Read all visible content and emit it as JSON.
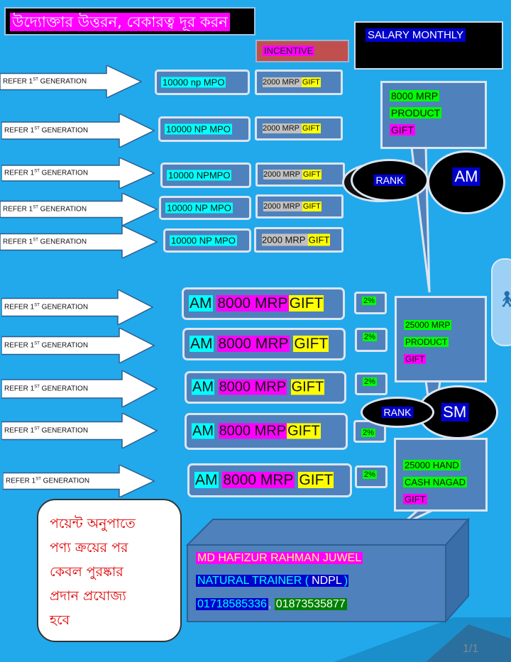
{
  "header": {
    "title": "উদ্যোক্তার উত্তরন, বেকারত্ব দূর করন"
  },
  "salary_label": "SALARY MONTHLY",
  "incentive_label": "INCENTIVE",
  "refer_rows": [
    {
      "label": "REFER 1",
      "sup": "ST",
      "suffix": " GENERATION"
    },
    {
      "label": "REFER 1",
      "sup": "ST",
      "suffix": " GENERATION"
    },
    {
      "label": "REFER 1",
      "sup": "ST",
      "suffix": " GENERATION"
    },
    {
      "label": "REFER 1",
      "sup": "ST",
      "suffix": " GENERATION"
    },
    {
      "label": "REFER 1",
      "sup": "ST",
      "suffix": " GENERATION"
    },
    {
      "label": "REFER 1",
      "sup": "ST",
      "suffix": " GENERATION"
    },
    {
      "label": "REFER 1",
      "sup": "ST",
      "suffix": " GENERATION"
    },
    {
      "label": "REFER 1",
      "sup": "ST",
      "suffix": " GENERATION"
    },
    {
      "label": "REFER 1",
      "sup": "ST",
      "suffix": " GENERATION"
    },
    {
      "label": "REFER 1",
      "sup": "ST",
      "suffix": " GENERATION"
    }
  ],
  "mpo_boxes": [
    "10000 np  MPO",
    "10000 NP MPO",
    "10000 NPMPO",
    "10000 NP MPO",
    "10000 NP MPO"
  ],
  "gift_boxes": [
    {
      "mrp": "2000 MRP ",
      "gift": "GIFT"
    },
    {
      "mrp": "2000 MRP ",
      "gift": "GIFT"
    },
    {
      "mrp": "2000 MRP ",
      "gift": "GIFT"
    },
    {
      "mrp": "2000 MRP ",
      "gift": "GIFT"
    },
    {
      "mrp": "2000 MRP ",
      "gift": "GIFT"
    }
  ],
  "am_rows": [
    {
      "am": "AM",
      "mrp": "8000 MRP",
      "gift": "GIFT"
    },
    {
      "am": "AM",
      "mrp": "8000 MRP",
      "gift": "GIFT"
    },
    {
      "am": "AM",
      "mrp": "8000 MRP",
      "gift": "GIFT"
    },
    {
      "am": "AM",
      "mrp": "8000 MRP",
      "gift": "GIFT"
    },
    {
      "am": "AM",
      "mrp": "8000 MRP",
      "gift": "GIFT"
    }
  ],
  "percent_boxes": [
    "2%",
    "2%",
    "2%",
    "2%",
    "2%"
  ],
  "callouts": {
    "am_reward": [
      "8000 MRP",
      "PRODUCT",
      "GIFT"
    ],
    "sm_reward": [
      "25000 MRP",
      "PRODUCT",
      "GIFT"
    ],
    "cash_reward": [
      "25000 HAND",
      "CASH NAGAD",
      "GIFT"
    ]
  },
  "rank_am": {
    "rank": "RANK",
    "level": "AM"
  },
  "rank_sm": {
    "rank": "RANK",
    "level": "SM"
  },
  "note_lines": [
    "পয়েন্ট অনুপাতে",
    "পণ্য ক্রয়ের পর",
    "কেবল পুরষ্কার",
    "প্রদান প্রযোজ্য",
    "হবে"
  ],
  "trainer": {
    "name": "MD HAFIZUR RAHMAN  JUWEL",
    "role_prefix": "NATURAL TRAINER (",
    "role_org": "NDPL",
    "role_suffix": ")",
    "phone1": "01718585336",
    "separator": ",",
    "phone2": "01873535877"
  },
  "pager": "1/1",
  "colors": {
    "background": "#21a9ec",
    "box_fill": "#4f81bd",
    "cyan": "#00ffff",
    "magenta": "#ff00ff",
    "yellow": "#ffff00",
    "green": "#00ff00",
    "navy": "#0000cc",
    "red_text": "#e00000"
  },
  "icons": {
    "accessibility": "accessibility-icon"
  }
}
